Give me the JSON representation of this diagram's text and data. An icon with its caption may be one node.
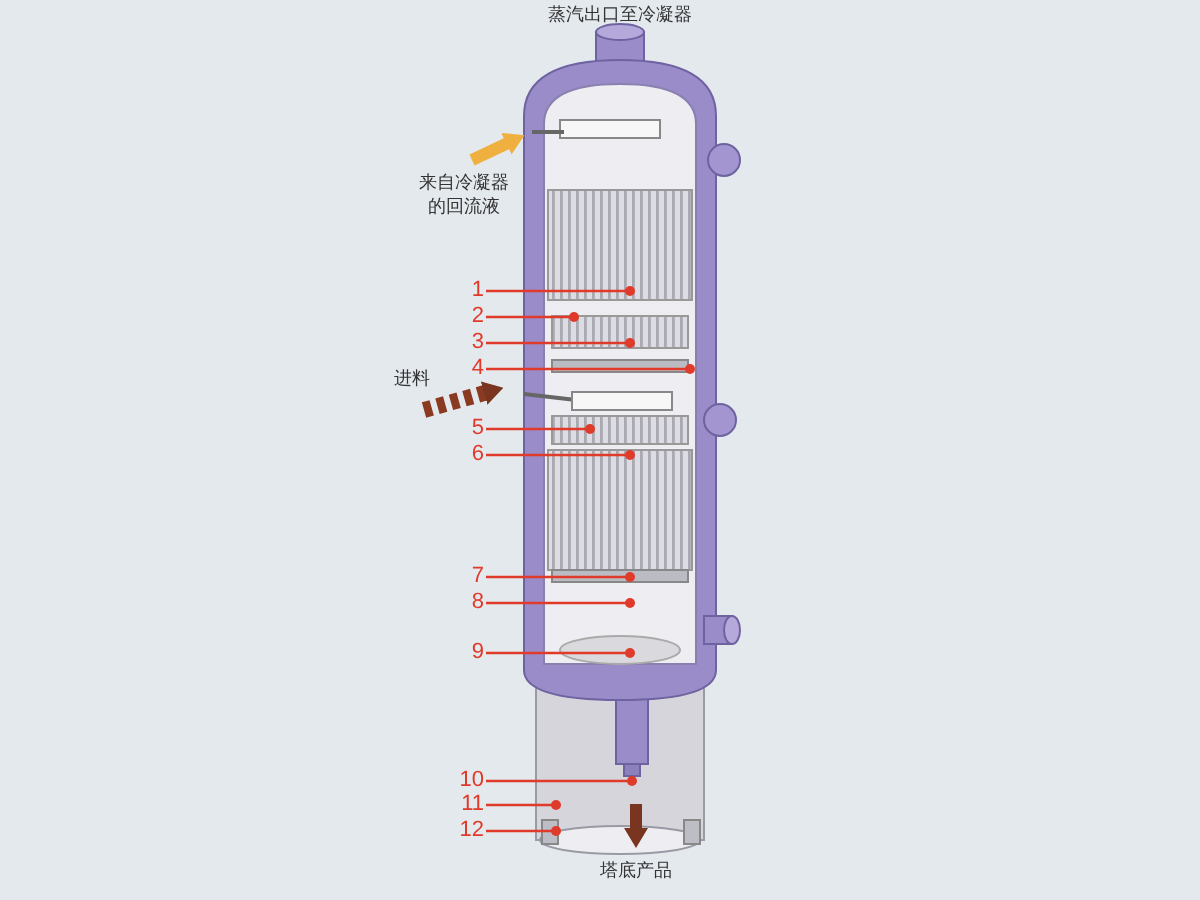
{
  "diagram": {
    "nodes": [
      {
        "text": [
          "1"
        ]
      },
      {
        "text": [
          "2"
        ]
      },
      {
        "text": [
          "3"
        ]
      },
      {
        "text": [
          "4"
        ]
      },
      {
        "text": [
          "5"
        ]
      },
      {
        "text": [
          "6"
        ]
      },
      {
        "text": [
          "7"
        ]
      },
      {
        "text": [
          "8"
        ]
      },
      {
        "text": [
          "9"
        ]
      },
      {
        "text": [
          "10"
        ]
      },
      {
        "text": [
          "11"
        ]
      },
      {
        "text": [
          "12"
        ]
      }
    ],
    "edges": [
      {
        "from": 0,
        "to": null,
        "arrow": "other"
      },
      {
        "from": 1,
        "to": null,
        "arrow": "other"
      },
      {
        "from": 2,
        "to": null,
        "arrow": "other"
      },
      {
        "from": 3,
        "to": null,
        "arrow": "other"
      },
      {
        "from": 4,
        "to": null,
        "arrow": "other"
      },
      {
        "from": 5,
        "to": null,
        "arrow": "other"
      },
      {
        "from": 6,
        "to": null,
        "arrow": "other"
      },
      {
        "from": 7,
        "to": null,
        "arrow": "other"
      },
      {
        "from": 8,
        "to": null,
        "arrow": "other"
      },
      {
        "from": 9,
        "to": null,
        "arrow": "other"
      },
      {
        "from": 10,
        "to": null,
        "arrow": "other"
      },
      {
        "from": 11,
        "to": null,
        "arrow": "other"
      }
    ],
    "labels": [
      "蒸汽出口至冷凝器",
      "来自冷凝器的回流液",
      "进料",
      "塔底产品"
    ]
  }
}
